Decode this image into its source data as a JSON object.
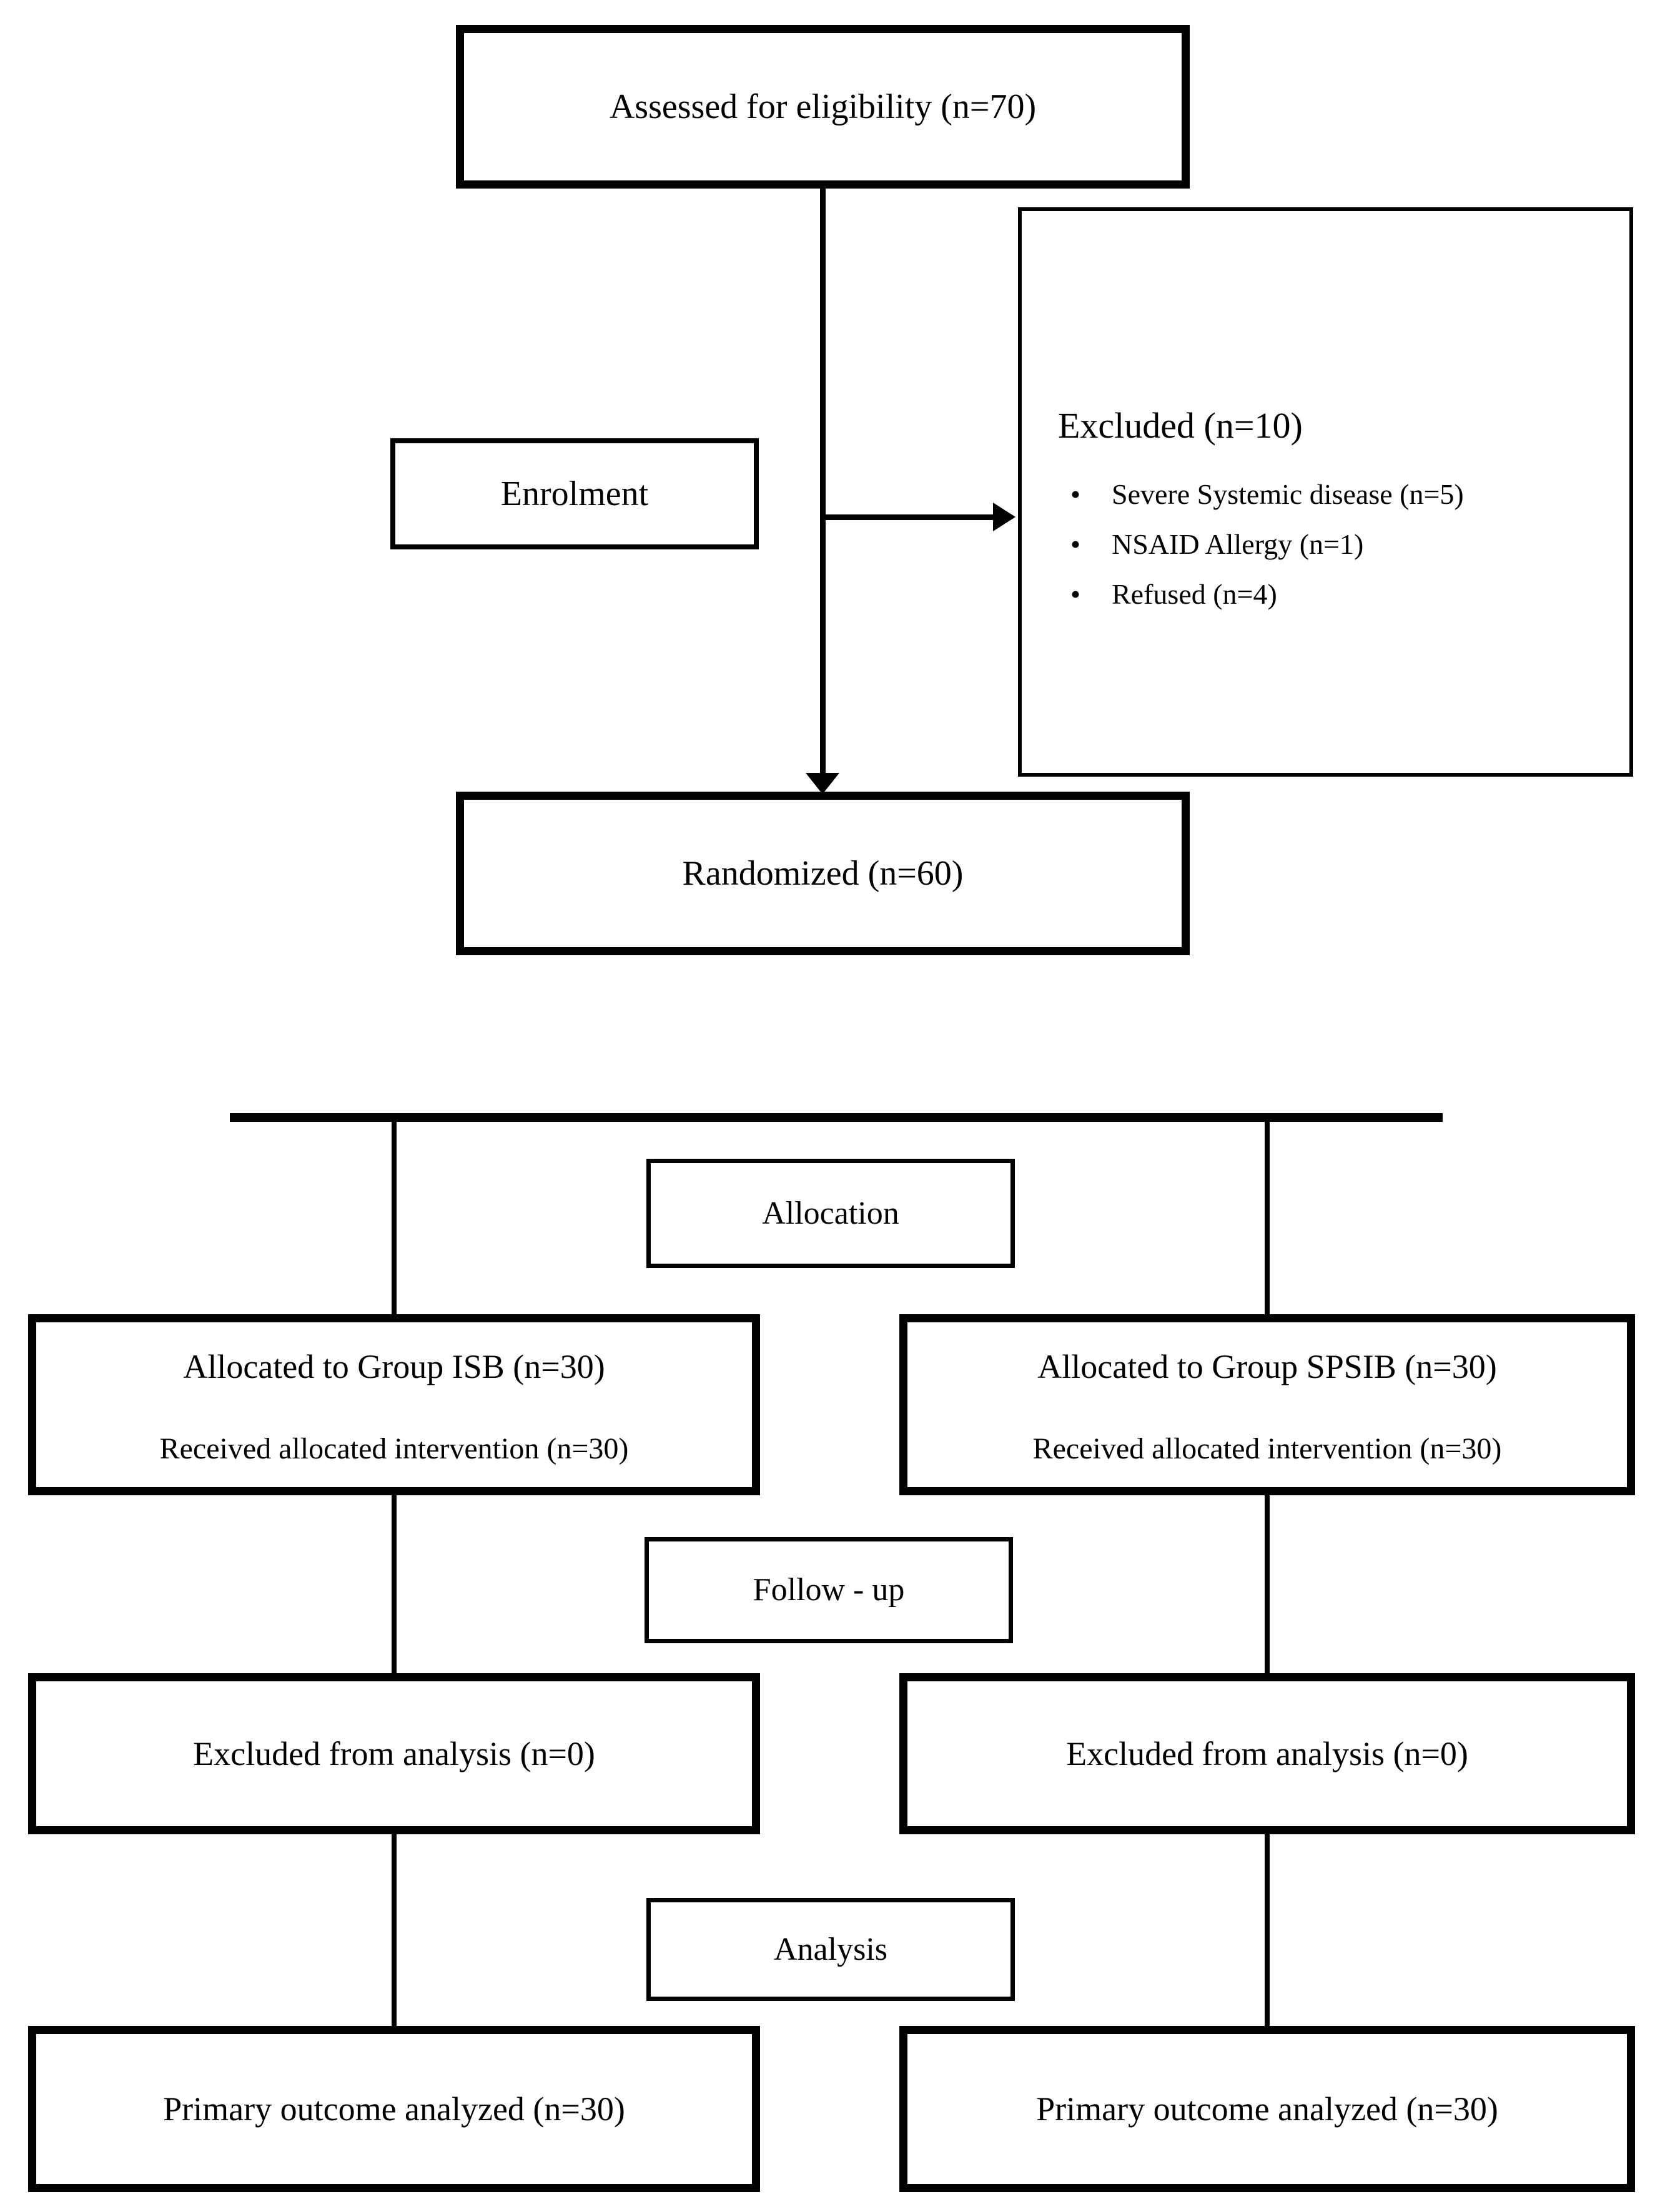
{
  "page": {
    "background_color": "#ffffff",
    "ink_color": "#000000"
  },
  "enrolment_section": {
    "assessed_box": "Assessed for eligibility (n=70)",
    "enrolment_label_box": "Enrolment",
    "excluded_box": {
      "title": "Excluded (n=10)",
      "items": [
        "Severe Systemic disease (n=5)",
        "NSAID Allergy (n=1)",
        "Refused (n=4)"
      ]
    },
    "randomized_box": "Randomized (n=60)"
  },
  "allocation_section": {
    "stage_label_box": "Allocation",
    "left_box": {
      "line1": "Allocated to Group ISB (n=30)",
      "line2": "Received allocated intervention (n=30)"
    },
    "right_box": {
      "line1": "Allocated to Group SPSIB (n=30)",
      "line2": "Received allocated intervention (n=30)"
    }
  },
  "followup_section": {
    "stage_label_box": "Follow - up",
    "left_box": "Excluded from analysis (n=0)",
    "right_box": "Excluded from analysis (n=0)"
  },
  "analysis_section": {
    "stage_label_box": "Analysis",
    "left_box": "Primary outcome analyzed (n=30)",
    "right_box": "Primary outcome analyzed (n=30)"
  }
}
